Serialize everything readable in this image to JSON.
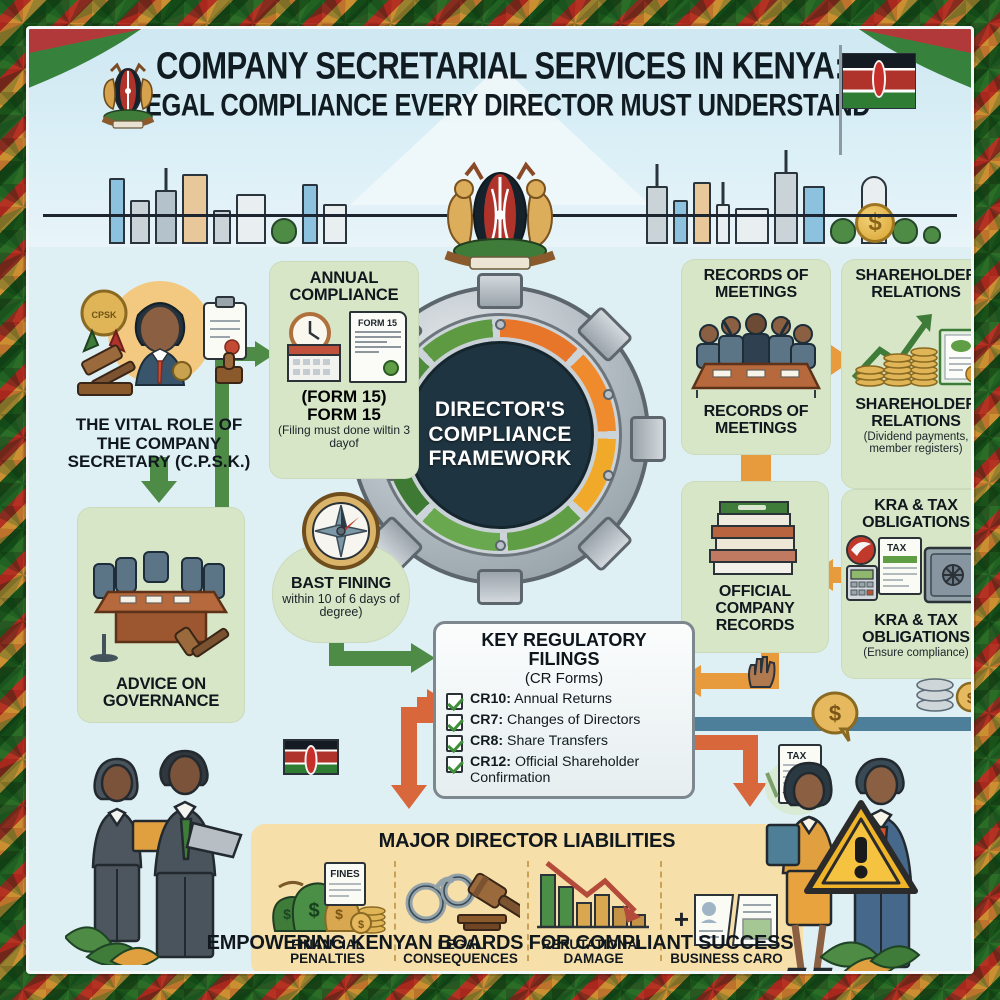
{
  "title": {
    "line1": "COMPANY SECRETARIAL SERVICES IN KENYA:",
    "line2": "LEGAL COMPLIANCE EVERY DIRECTOR MUST UNDERSTAND"
  },
  "center_hub": {
    "label": "DIRECTOR'S COMPLIANCE FRAMEWORK"
  },
  "panels": {
    "vital_role": {
      "title": "THE VITAL ROLE OF THE COMPANY SECRETARY (C.P.S.K.)",
      "badge_label": "CPSK"
    },
    "advice": {
      "title": "ADVICE ON GOVERNANCE"
    },
    "annual_compliance": {
      "title": "ANNUAL COMPLIANCE",
      "form_label": "(FORM 15) FORM 15",
      "caption": "(Filing must done wiltin 3 dayof",
      "doc_label": "FORM 15"
    },
    "bast_fining": {
      "title": "BAST FINING",
      "caption": "within 10 of 6 days of degree)"
    },
    "records_meetings": {
      "title_top": "RECORDS OF MEETINGS",
      "title_bottom": "RECORDS OF MEETINGS"
    },
    "shareholder_relations": {
      "title_top": "SHAREHOLDER RELATIONS",
      "title_bottom": "SHAREHOLDER RELATIONS",
      "caption": "(Dividend payments, member registers)"
    },
    "official_records": {
      "title": "OFFICIAL COMPANY RECORDS"
    },
    "kra_tax": {
      "title_top": "KRA & TAX OBLIGATIONS",
      "title_bottom": "KRA & TAX OBLIGATIONS",
      "caption": "(Ensure compliance)",
      "doc_label": "TAX"
    }
  },
  "filings": {
    "title": "KEY REGULATORY FILINGS",
    "subtitle": "(CR Forms)",
    "items": [
      {
        "code": "CR10:",
        "text": " Annual Returns"
      },
      {
        "code": "CR7:",
        "text": " Changes of Directors"
      },
      {
        "code": "CR8:",
        "text": " Share Transfers"
      },
      {
        "code": "CR12:",
        "text": " Official Shareholder Confirmation"
      }
    ]
  },
  "liabilities": {
    "title": "MAJOR DIRECTOR LIABILITIES",
    "columns": [
      {
        "label": "FINANCIAL PENALTIES",
        "icon": "money-bags-icon",
        "doc_label": "FINES"
      },
      {
        "label": "LEGAL CONSEQUENCES",
        "icon": "handcuffs-gavel-icon"
      },
      {
        "label": "REPUTATIONAL DAMAGE",
        "icon": "declining-chart-icon"
      },
      {
        "label": "BUSINESS CARO",
        "icon": "torn-card-icon"
      }
    ],
    "plus_sign": "+"
  },
  "tagline": "EMPOWERING KENYAN BOARDS FOR COMPLIANT SUCCESS",
  "colors": {
    "background": "#dff0f5",
    "panel_green": "#d6e6c6",
    "liability_amber": "#f7dfa9",
    "hub_navy": "#1e3440",
    "arrow_green": "#4e8b46",
    "arrow_orange": "#e79b3c",
    "arrow_red": "#d9673c",
    "kenya_green": "#2e7d32",
    "kenya_red": "#b0332b"
  },
  "symbols": {
    "dollar": "$",
    "plus": "+"
  }
}
